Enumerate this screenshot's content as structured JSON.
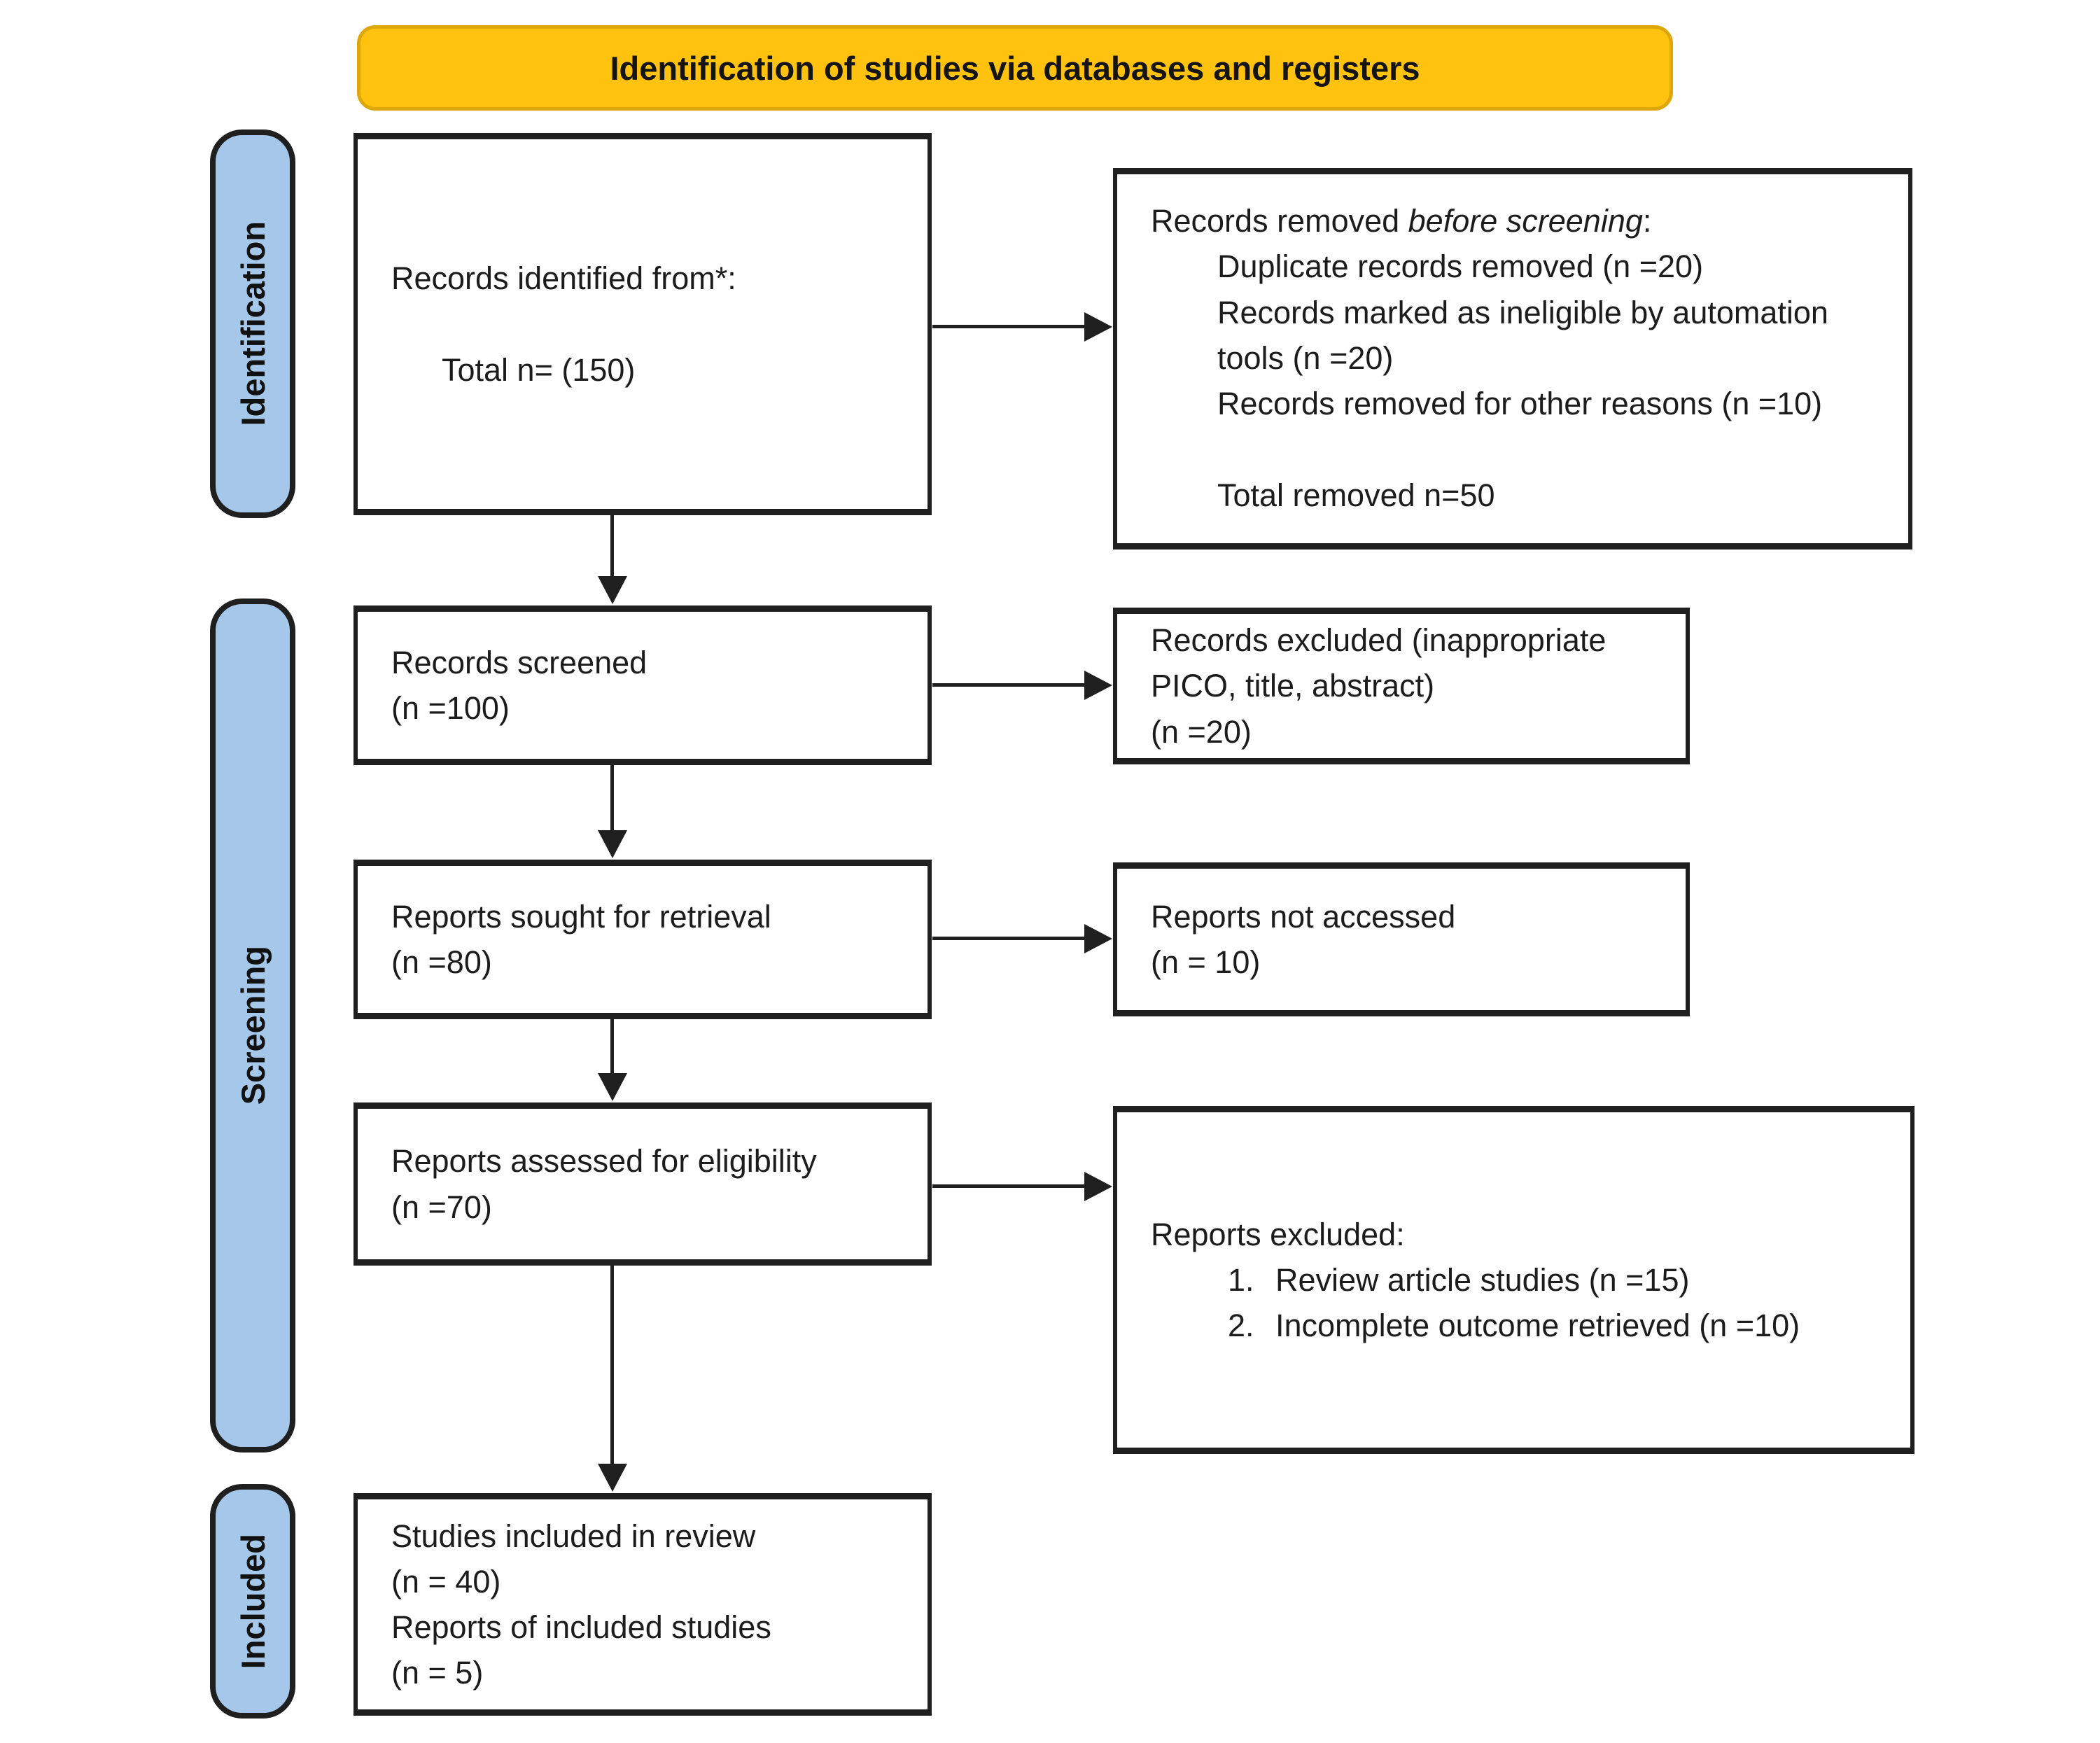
{
  "header": {
    "title": "Identification of studies via databases and registers"
  },
  "sidebar": {
    "items": [
      {
        "id": "identification",
        "label": "Identification"
      },
      {
        "id": "screening",
        "label": "Screening"
      },
      {
        "id": "included",
        "label": "Included"
      }
    ]
  },
  "colors": {
    "header_bg": "#FFC20E",
    "header_border": "#DCA70B",
    "sidebar_bg": "#A5C8EA",
    "box_border": "#1F1F1F",
    "arrow": "#1F1F1F"
  },
  "boxes": {
    "identified": {
      "line1": "Records identified from*:",
      "line2": "Total n= (150)"
    },
    "removed_before_screening": {
      "title_prefix": "Records removed ",
      "title_italic": "before screening",
      "title_suffix": ":",
      "items": [
        "Duplicate records removed (n =20)",
        "Records marked as ineligible by automation tools (n =20)",
        "Records removed for other reasons (n =10)"
      ],
      "total": "Total removed n=50"
    },
    "screened": {
      "lines": [
        "Records screened",
        "(n =100)"
      ]
    },
    "records_excluded": {
      "lines": [
        "Records excluded (inappropriate PICO, title, abstract)",
        "(n =20)"
      ]
    },
    "sought": {
      "lines": [
        "Reports sought for retrieval",
        "(n =80)"
      ]
    },
    "not_accessed": {
      "lines": [
        "Reports not accessed",
        "(n = 10)"
      ]
    },
    "assessed": {
      "lines": [
        "Reports assessed for eligibility",
        "(n =70)"
      ]
    },
    "reports_excluded": {
      "title": "Reports excluded:",
      "items": [
        "Review article studies (n =15)",
        "Incomplete outcome retrieved (n =10)"
      ]
    },
    "included_studies": {
      "lines": [
        "Studies included in review",
        "(n = 40)",
        "Reports of included studies",
        "(n = 5)"
      ]
    }
  }
}
